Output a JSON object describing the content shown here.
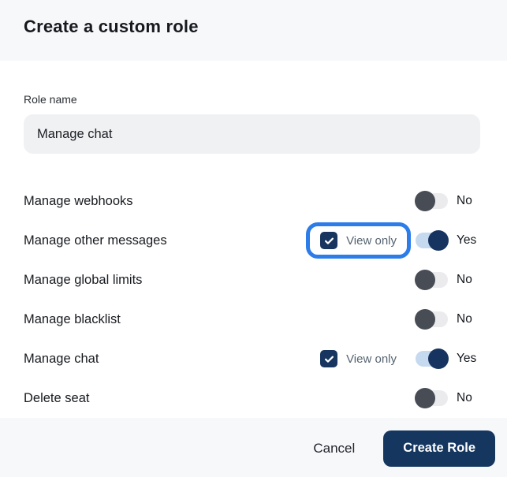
{
  "dialog": {
    "title": "Create a custom role",
    "role_name": {
      "label": "Role name",
      "value": "Manage chat"
    },
    "permissions": [
      {
        "label": "Manage webhooks",
        "enabled": false,
        "state_label": "No"
      },
      {
        "label": "Manage other messages",
        "enabled": true,
        "state_label": "Yes",
        "view_only": {
          "label": "View only",
          "checked": true,
          "highlighted": true
        }
      },
      {
        "label": "Manage global limits",
        "enabled": false,
        "state_label": "No"
      },
      {
        "label": "Manage blacklist",
        "enabled": false,
        "state_label": "No"
      },
      {
        "label": "Manage chat",
        "enabled": true,
        "state_label": "Yes",
        "view_only": {
          "label": "View only",
          "checked": true,
          "highlighted": false
        }
      },
      {
        "label": "Delete seat",
        "enabled": false,
        "state_label": "No"
      }
    ],
    "footer": {
      "cancel_label": "Cancel",
      "submit_label": "Create Role"
    },
    "colors": {
      "accent_navy": "#17355e",
      "primary_button": "#14365f",
      "highlight_ring": "#2c7de9",
      "toggle_on_track": "#c5d9ef",
      "toggle_on_knob": "#17335f",
      "toggle_off_track": "#ebebee",
      "toggle_off_knob": "#474c55",
      "header_footer_bg": "#f7f8fa",
      "input_bg": "#f0f1f3"
    }
  }
}
